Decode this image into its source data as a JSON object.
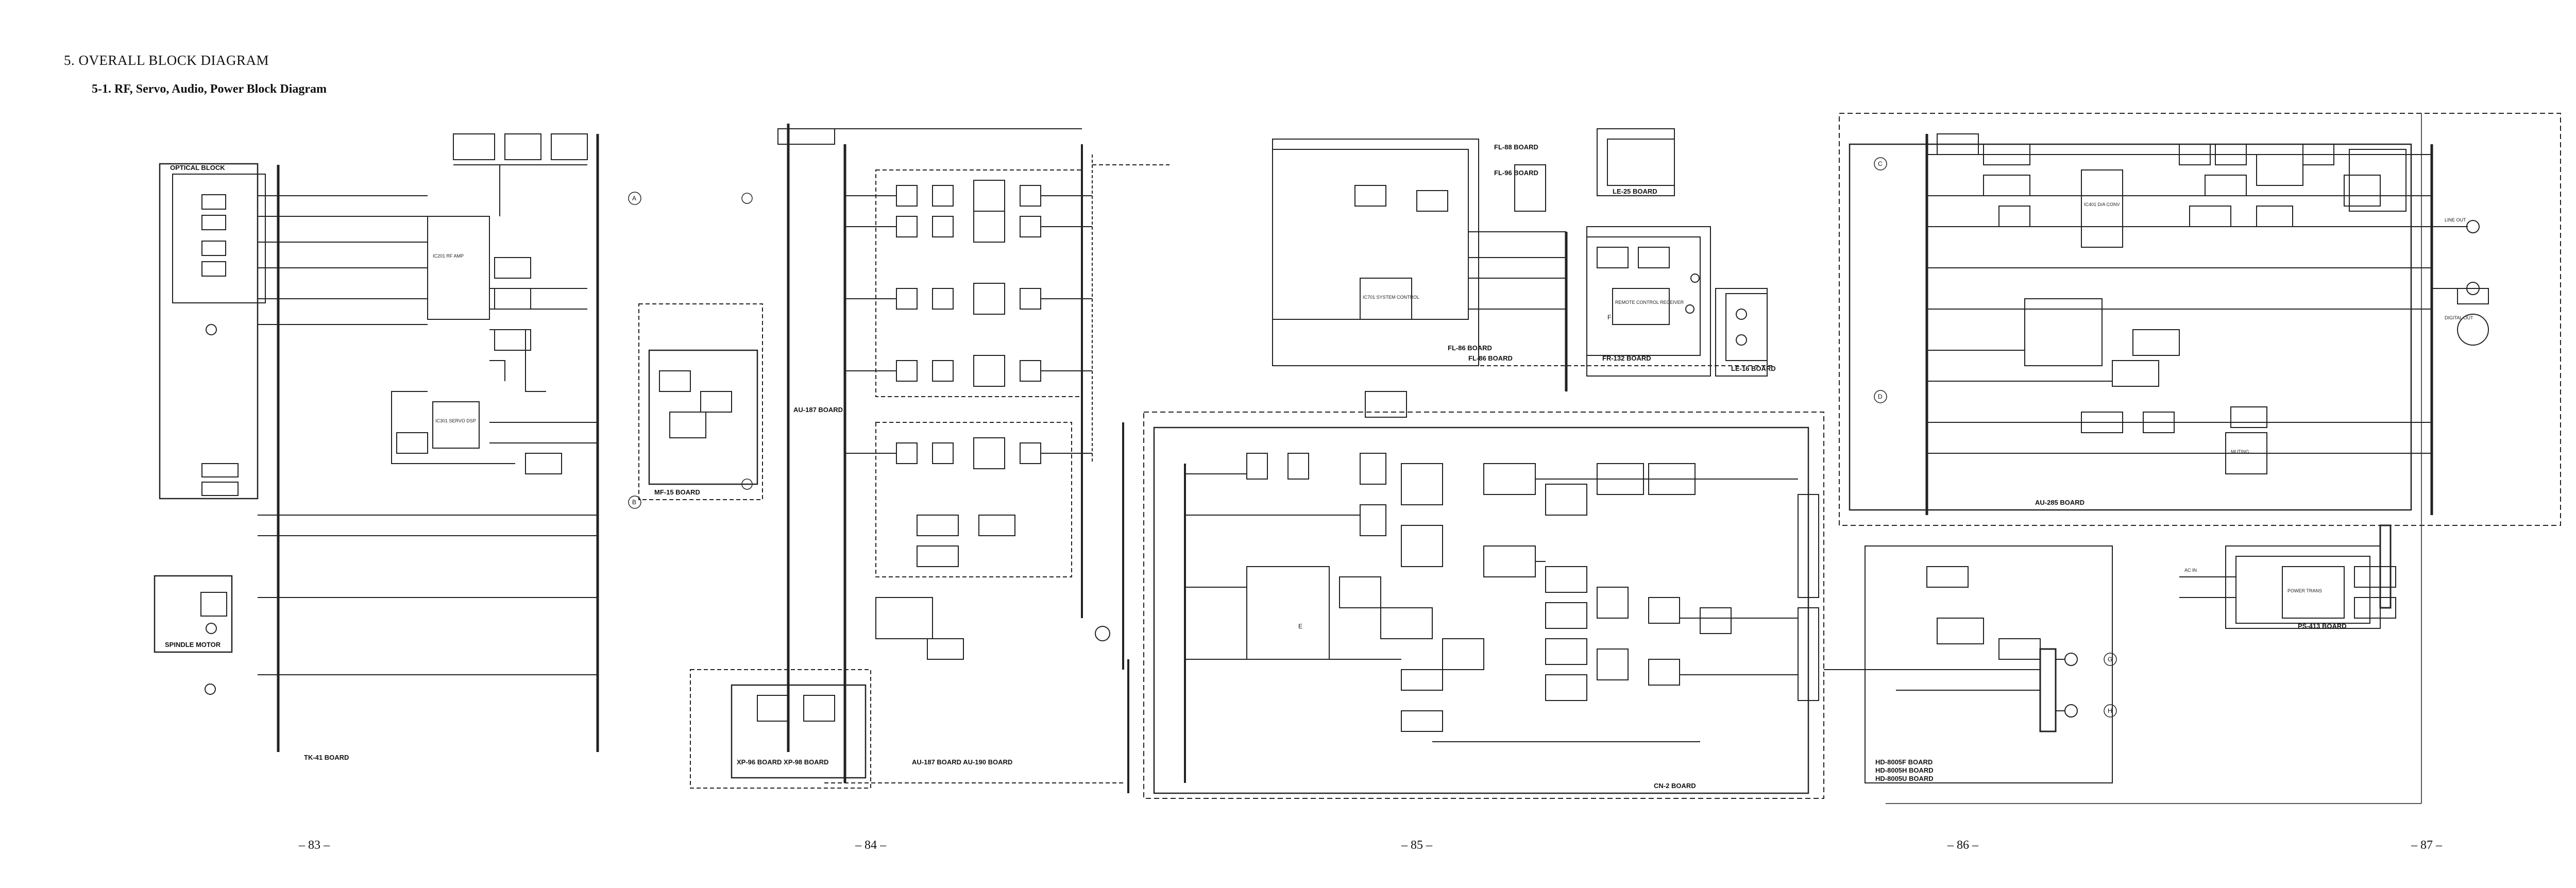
{
  "header": {
    "section_title": "5.  OVERALL BLOCK DIAGRAM",
    "subsection_title": "5-1.   RF, Servo, Audio, Power Block Diagram"
  },
  "pages": [
    "– 83 –",
    "– 84 –",
    "– 85 –",
    "– 86 –",
    "– 87 –"
  ],
  "boards": {
    "optical_block": "OPTICAL BLOCK",
    "spindle_motor": "SPINDLE MOTOR",
    "tk41": "TK-41 BOARD",
    "mf15": "MF-15 BOARD",
    "au187": "AU-187 BOARD",
    "au187_190": "AU-187 BOARD\nAU-190 BOARD",
    "xp": "XP-96 BOARD\nXP-98 BOARD",
    "fl_top": "FL-88 BOARD",
    "fl_mid": "FL-96 BOARD",
    "fl_bot": "FL-86 BOARD",
    "fl_main": "FL-86 BOARD",
    "fr132": "FR-132 BOARD",
    "le25": "LE-25 BOARD",
    "le16": "LE-16 BOARD",
    "cn2": "CN-2 BOARD",
    "au285": "AU-285 BOARD",
    "ps413": "PS-413 BOARD",
    "hd_boards": [
      "HD-8005F BOARD",
      "HD-8005H BOARD",
      "HD-8005U BOARD"
    ]
  },
  "labels": {
    "ic_opamp": "IC201\nRF AMP",
    "ic_servo": "IC301\nSERVO DSP",
    "ic_dac": "IC401\nD/A CONV",
    "ic_display": "IC701\nSYSTEM CONTROL",
    "ic_mute": "MUTING",
    "power_trans": "POWER TRANS",
    "line_out": "LINE OUT",
    "digital_out": "DIGITAL OUT",
    "ac_in": "AC IN",
    "remote": "REMOTE CONTROL RECEIVER",
    "circle_a": "A",
    "circle_b": "B",
    "circle_c": "C",
    "circle_d": "D",
    "circle_e": "E",
    "circle_f": "F",
    "circle_g": "G",
    "circle_h": "H"
  }
}
